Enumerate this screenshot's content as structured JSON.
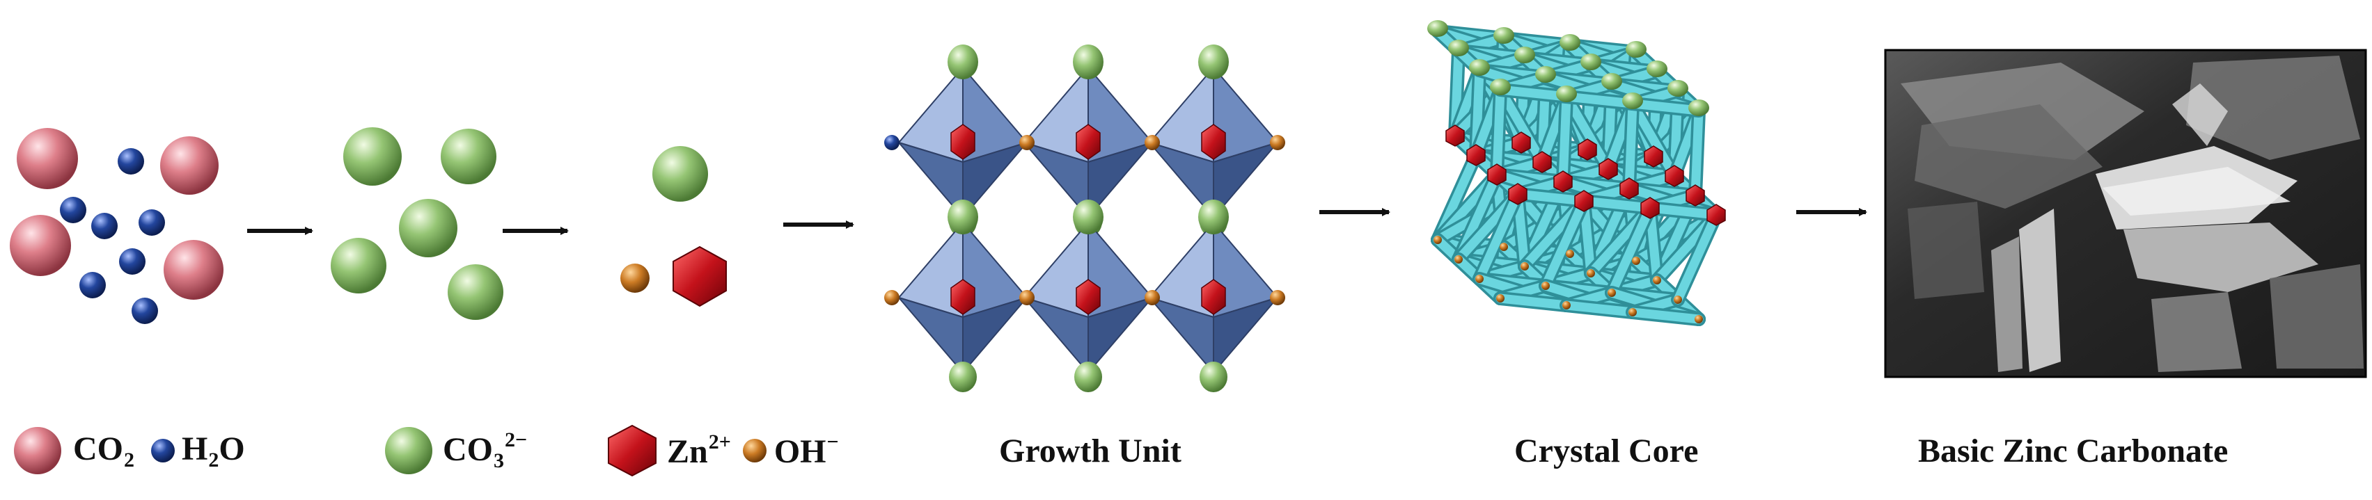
{
  "legend": {
    "co2": {
      "base": "CO",
      "sub": "2"
    },
    "h2o": {
      "base": "H",
      "sub": "2",
      "tail": "O"
    },
    "co3": {
      "base": "CO",
      "sub": "3",
      "sup": "2−"
    },
    "zn": {
      "base": "Zn",
      "sup": "2+"
    },
    "oh": {
      "base": "OH",
      "sup": "−"
    }
  },
  "captions": {
    "growth_unit": "Growth Unit",
    "crystal_core": "Crystal Core",
    "basic_zinc_carbonate": "Basic Zinc Carbonate"
  },
  "colors": {
    "co2": "#d9737f",
    "h2o": "#1f3f95",
    "co3": "#8fbf6e",
    "zn": "#c0141c",
    "oh": "#c87a22",
    "octahedron": "#7c97c8",
    "framework": "#5ec8d2",
    "arrow": "#111111"
  }
}
